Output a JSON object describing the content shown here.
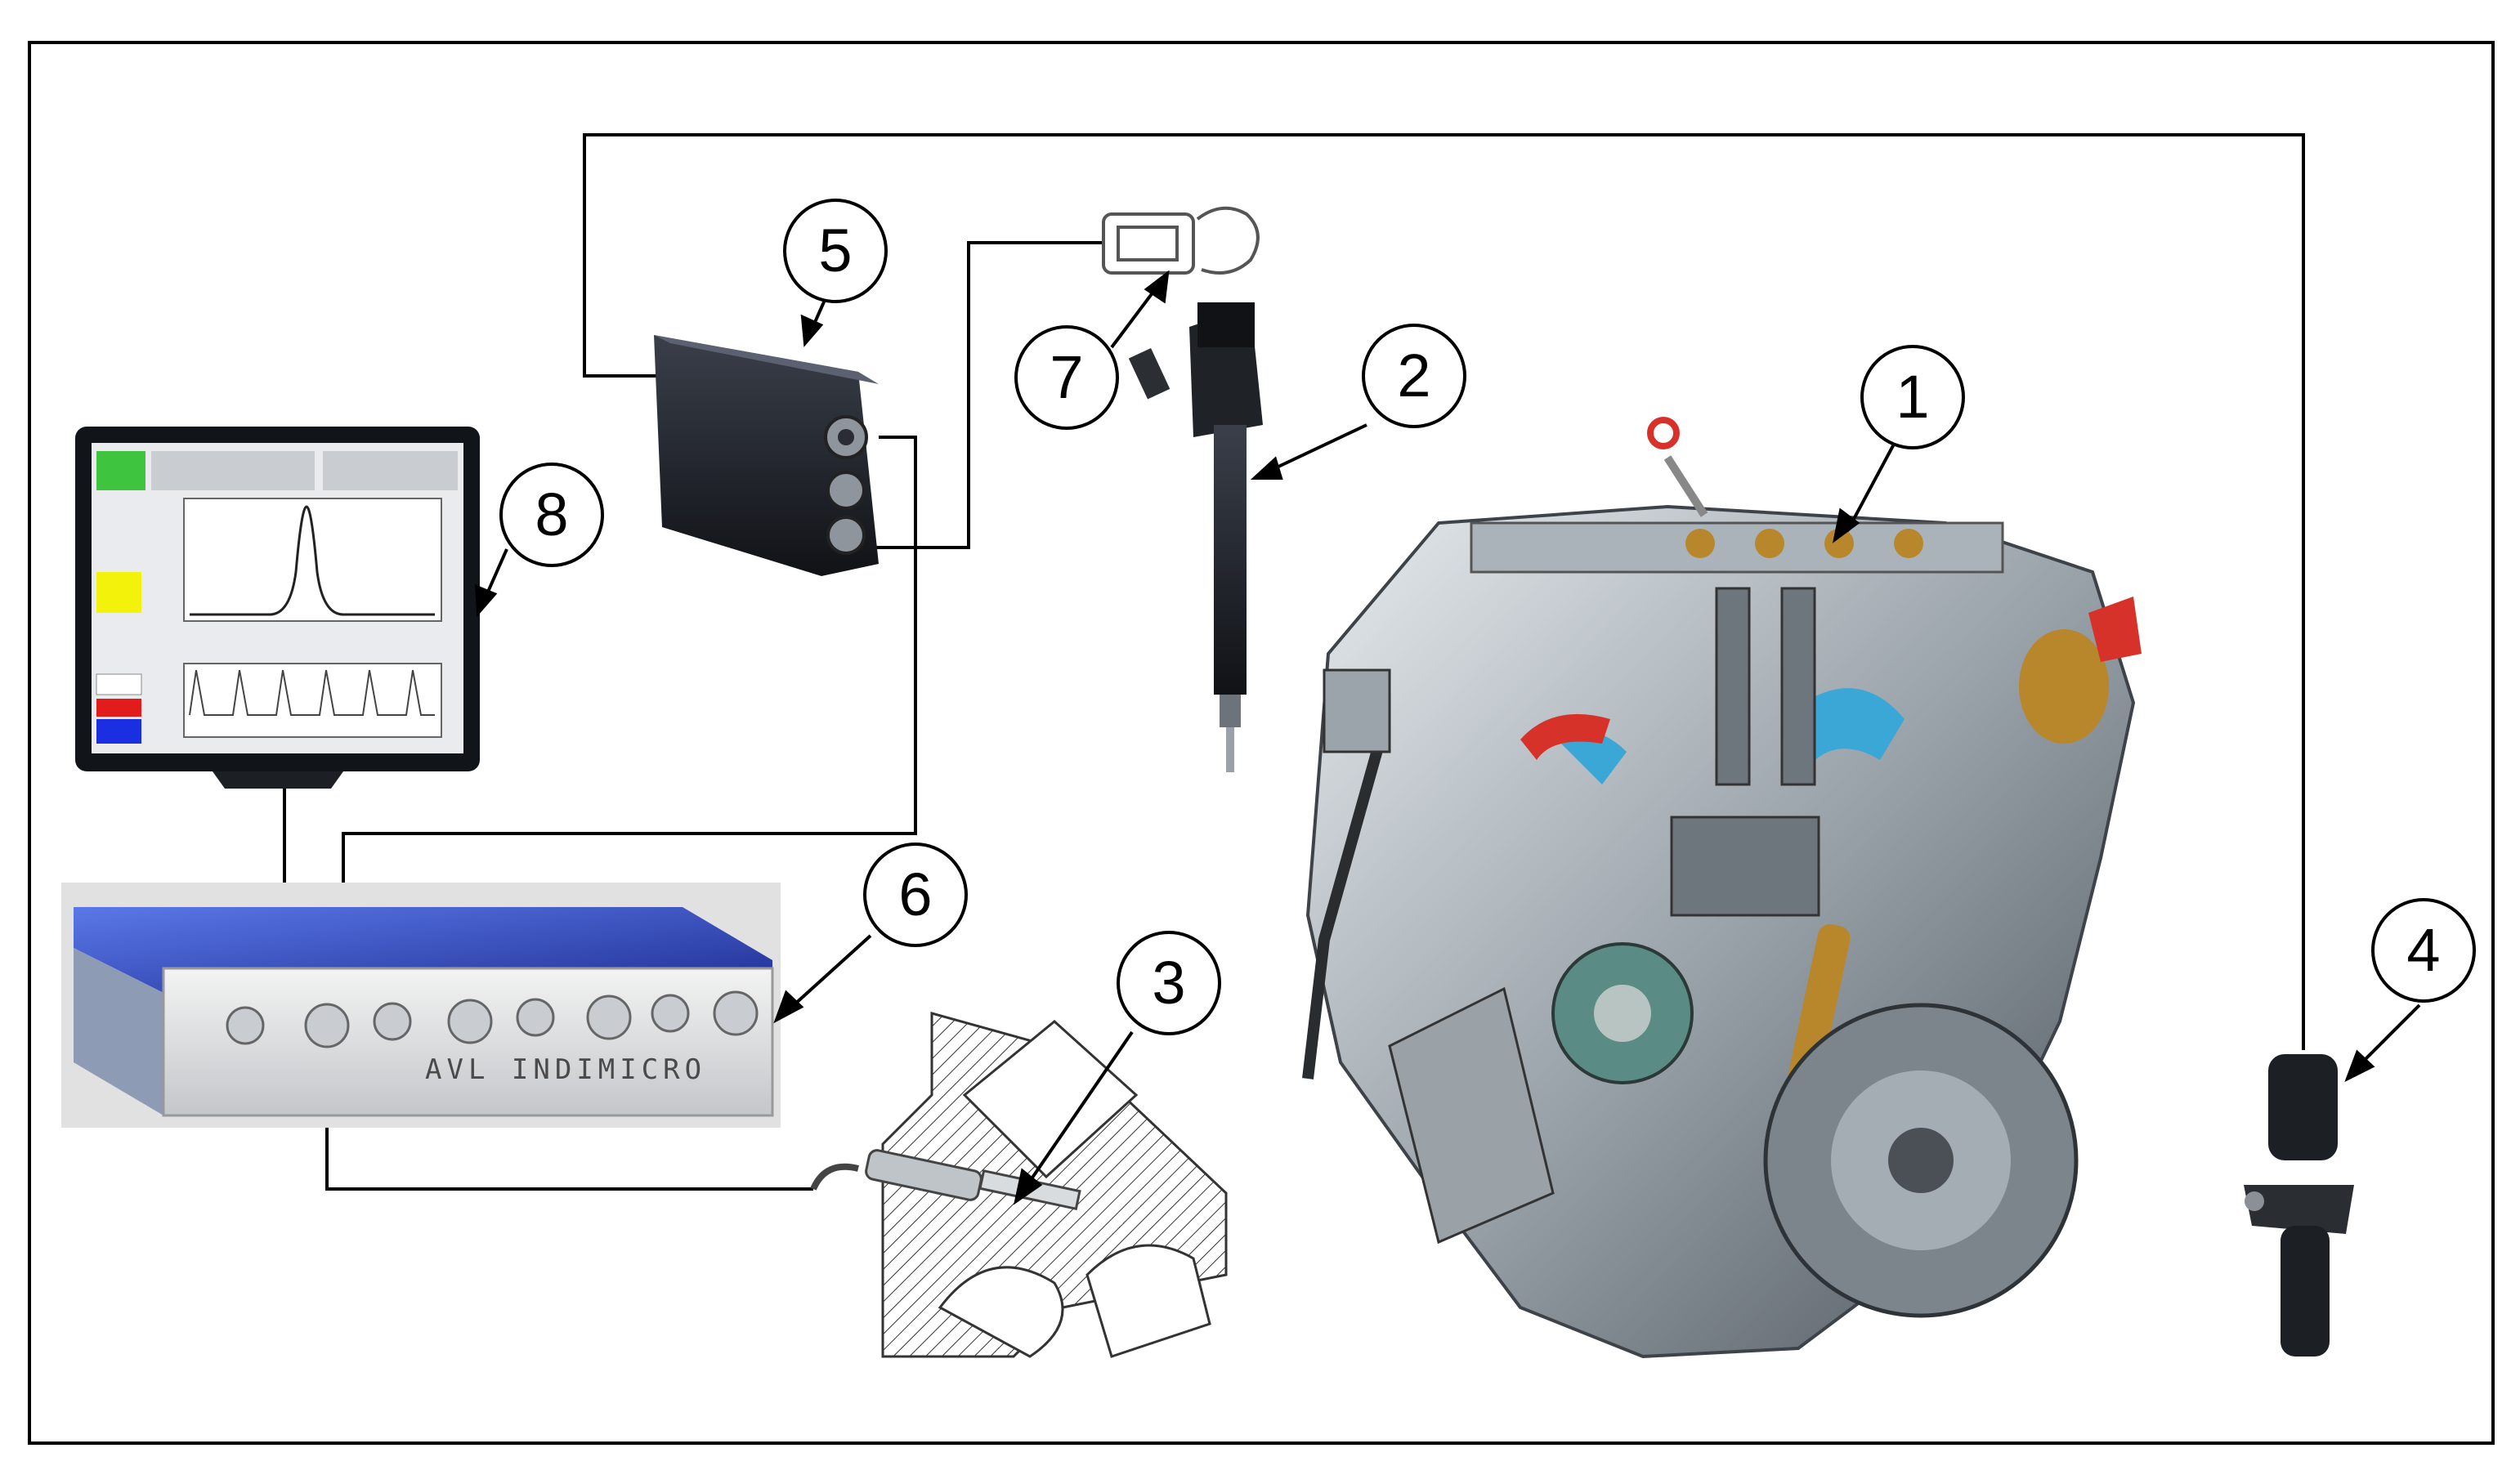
{
  "callouts": [
    {
      "id": "1",
      "label": "1"
    },
    {
      "id": "2",
      "label": "2"
    },
    {
      "id": "3",
      "label": "3"
    },
    {
      "id": "4",
      "label": "4"
    },
    {
      "id": "5",
      "label": "5"
    },
    {
      "id": "6",
      "label": "6"
    },
    {
      "id": "7",
      "label": "7"
    },
    {
      "id": "8",
      "label": "8"
    }
  ],
  "devices": {
    "indimicro_label": "AVL INDIMICRO"
  },
  "colors": {
    "line": "#000000",
    "engine_blue": "#3aa7d6",
    "engine_brass": "#b8862b",
    "engine_red": "#d7322a",
    "module_blue": "#2c44b8",
    "screen_green": "#3ec43e",
    "screen_yellow": "#f2f20a",
    "screen_red": "#e21b1b",
    "screen_blue": "#1b2fe2"
  }
}
